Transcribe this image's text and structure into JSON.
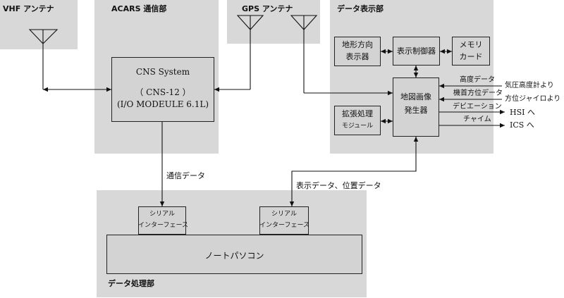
{
  "labels": {
    "vhf_antenna": "VHF アンテナ",
    "acars_section": "ACARS 通信部",
    "gps_antenna": "GPS アンテナ",
    "data_display_section": "データ表示部",
    "data_processing_section": "データ処理部"
  },
  "cns": {
    "line1": "CNS System",
    "line2": "（ CNS-12 ）",
    "line3": "(I/O MODEULE 6.1L)"
  },
  "terrain_indicator": {
    "line1": "地形方向",
    "line2": "表示器"
  },
  "display_controller": "表示制御器",
  "memory_card": {
    "line1": "メモリ",
    "line2": "カード"
  },
  "map_generator": {
    "line1": "地図画像",
    "line2": "発生器"
  },
  "expansion_module": {
    "line1": "拡張処理",
    "line2": "モジュール"
  },
  "signals": {
    "altitude_data": "高度データ",
    "barometric_altimeter": "気圧高度計より",
    "heading_data": "機首方位データ",
    "gyro": "方位ジャイロより",
    "deviation": "デビエーション",
    "to_hsi": "HSI へ",
    "chime": "チャイム",
    "to_ics": "ICS へ"
  },
  "comm_data": "通信データ",
  "display_position_data": "表示データ、位置データ",
  "serial_left": {
    "line1": "シリアル",
    "line2": "インターフェース"
  },
  "serial_right": {
    "line1": "シリアル",
    "line2": "インターフェース"
  },
  "notebook_pc": "ノートパソコン"
}
